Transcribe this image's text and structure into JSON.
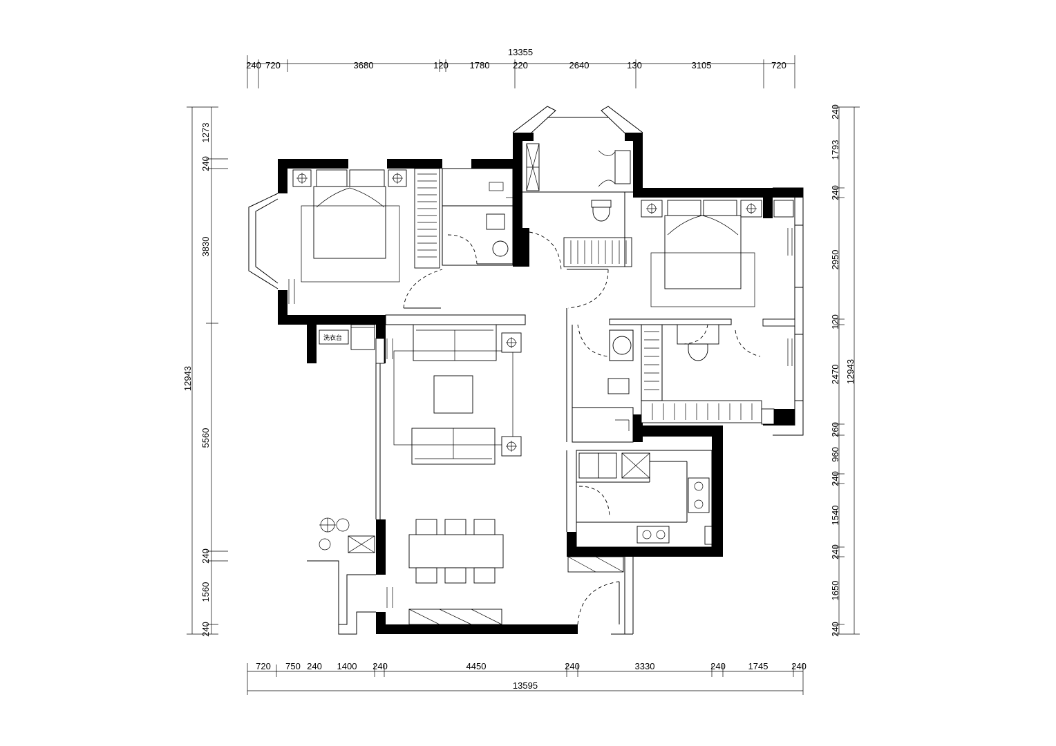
{
  "dimensions": {
    "top_overall": "13355",
    "top": [
      "240",
      "720",
      "3680",
      "120",
      "1780",
      "220",
      "2640",
      "130",
      "3105",
      "720"
    ],
    "bottom_overall": "13595",
    "bottom": [
      "720",
      "750",
      "240",
      "1400",
      "240",
      "4450",
      "240",
      "3330",
      "240",
      "1745",
      "240"
    ],
    "left_overall": "12943",
    "left": [
      "1273",
      "240",
      "3830",
      "5560",
      "240",
      "1560",
      "240"
    ],
    "right_overall": "12943",
    "right": [
      "240",
      "1793",
      "240",
      "2950",
      "120",
      "2470",
      "260",
      "960",
      "240",
      "1540",
      "240",
      "1650",
      "240"
    ]
  },
  "labels": {
    "laundry": "洗衣台"
  }
}
